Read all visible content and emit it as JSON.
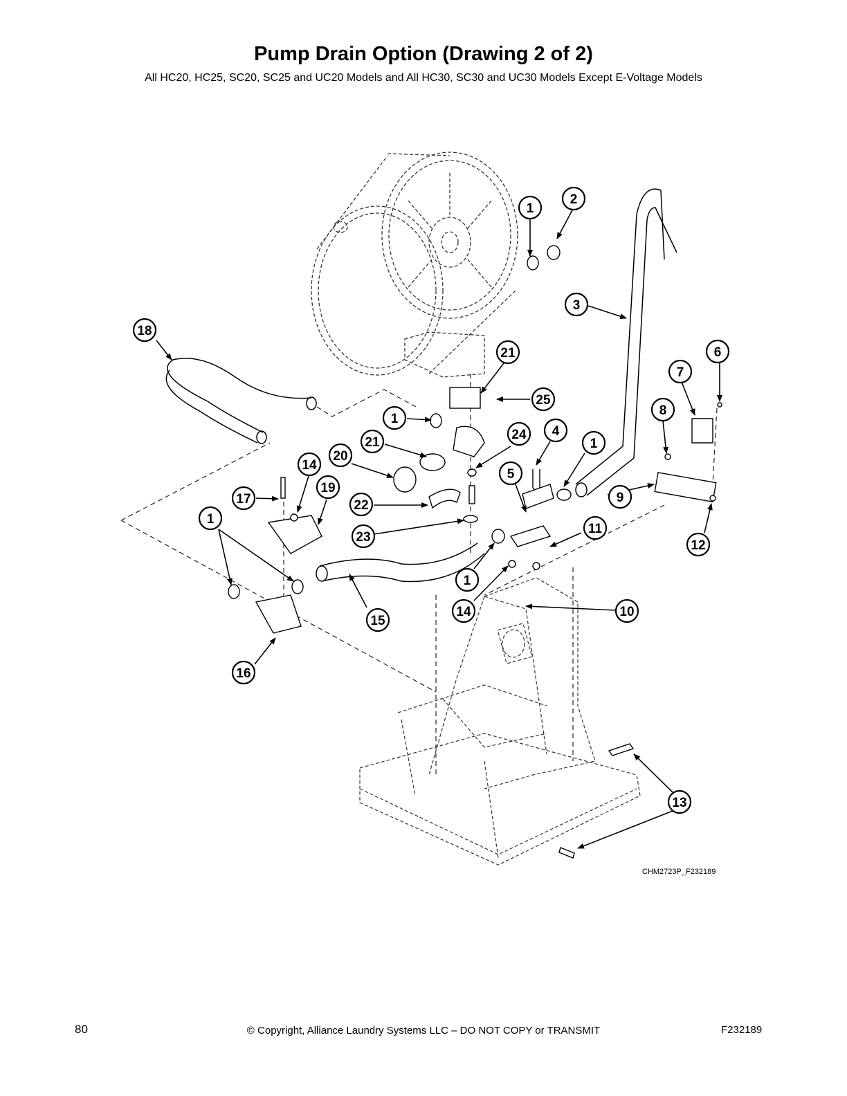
{
  "header": {
    "title": "Pump Drain Option (Drawing 2 of 2)",
    "subtitle": "All HC20, HC25, SC20, SC25 and UC20 Models and All HC30, SC30 and UC30 Models Except E-Voltage Models"
  },
  "figure": {
    "code": "CHM2723P_F232189",
    "callouts": [
      "1",
      "2",
      "1",
      "3",
      "18",
      "21",
      "6",
      "7",
      "25",
      "1",
      "8",
      "24",
      "4",
      "1",
      "21",
      "20",
      "14",
      "5",
      "19",
      "17",
      "9",
      "22",
      "11",
      "1",
      "23",
      "12",
      "1",
      "14",
      "10",
      "15",
      "16",
      "13"
    ]
  },
  "footer": {
    "page_number": "80",
    "copyright": "© Copyright, Alliance Laundry Systems LLC – DO NOT COPY or TRANSMIT",
    "document_number": "F232189"
  }
}
